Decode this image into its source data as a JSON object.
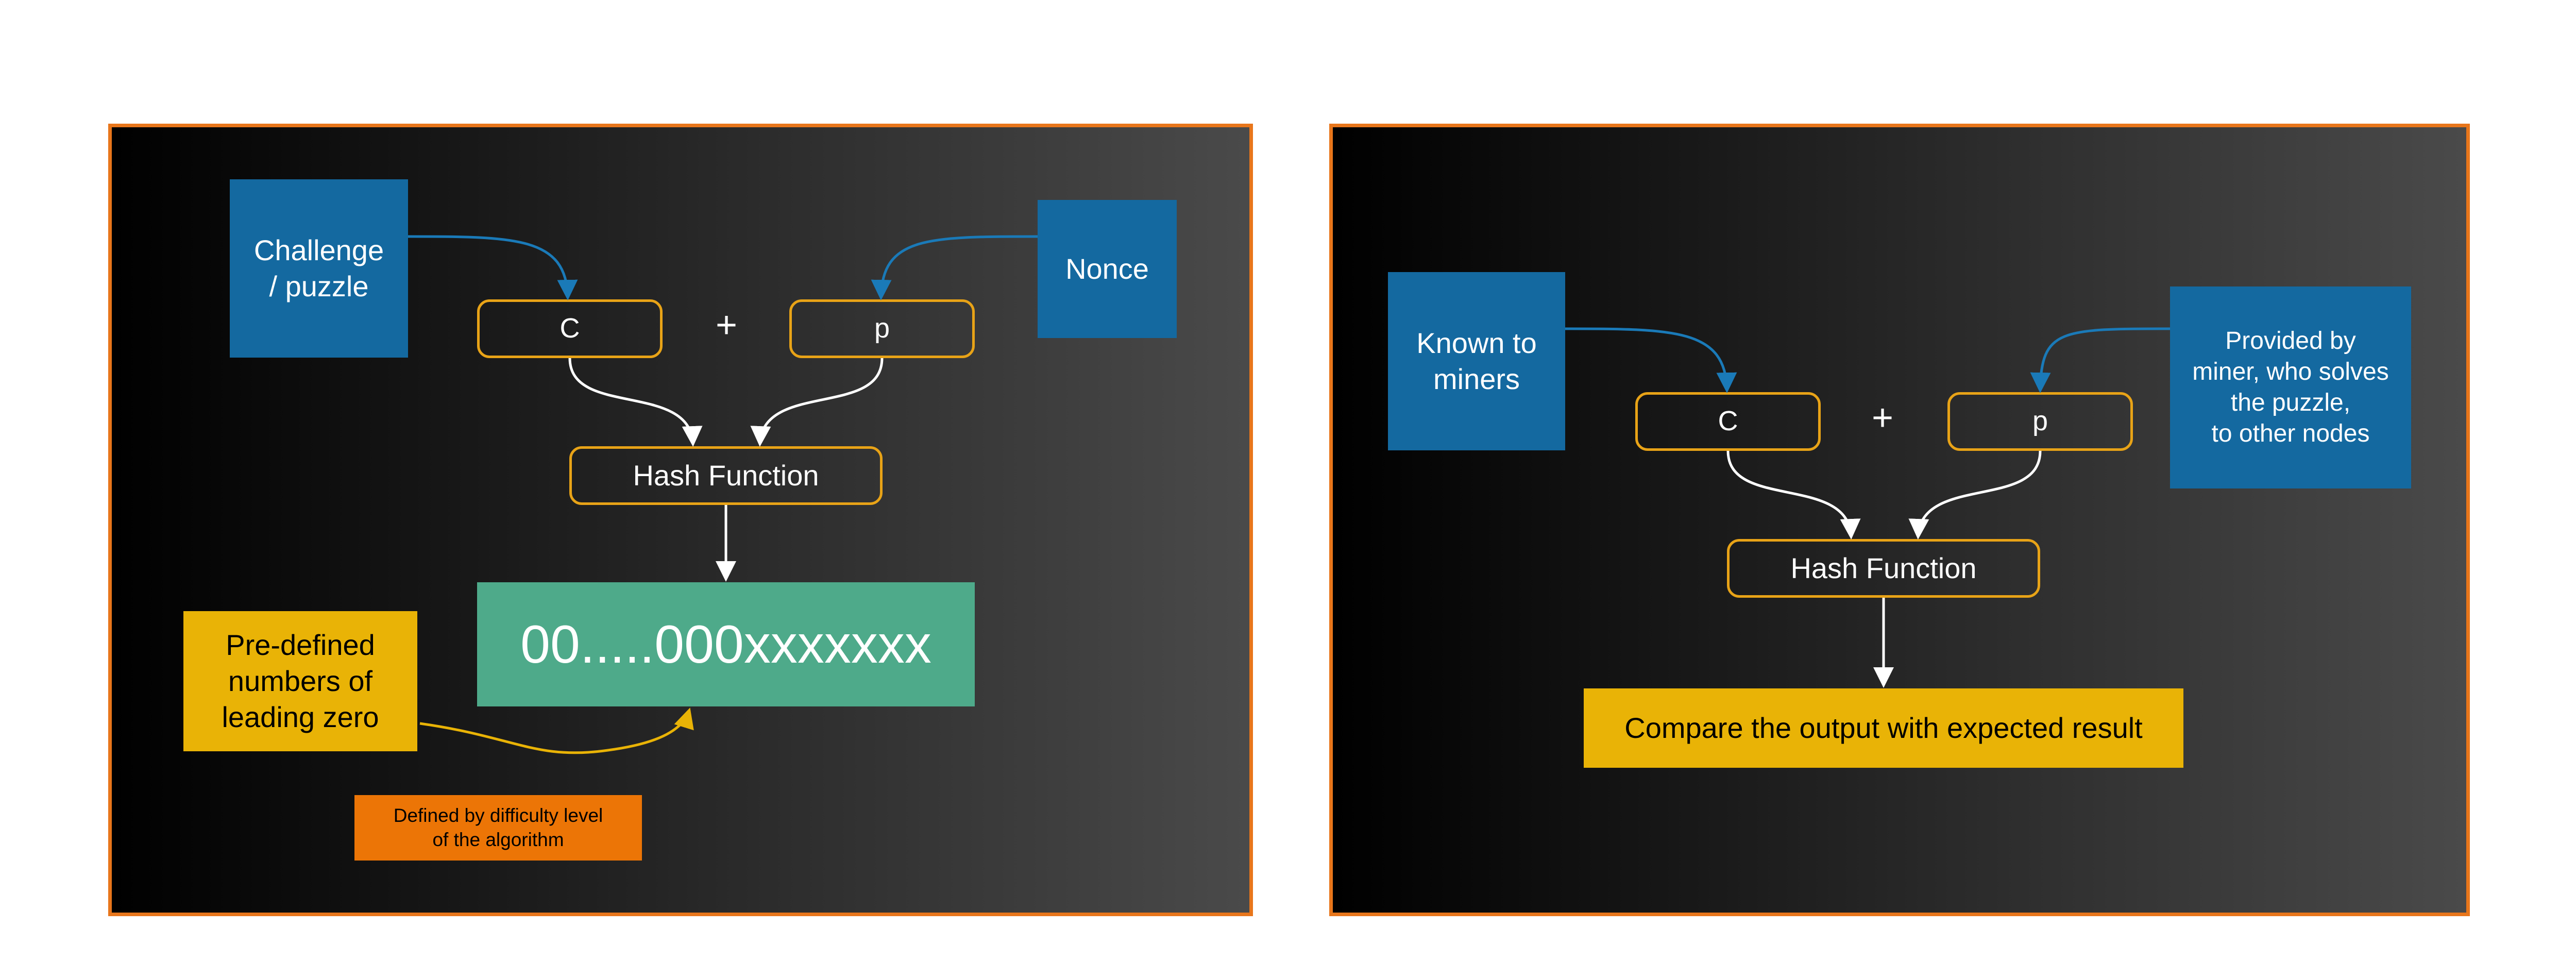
{
  "colors": {
    "panel_border": "#e8761b",
    "blue_box": "#1469a0",
    "node_border": "#e8a317",
    "result_box": "#4eaa8a",
    "yellow_box": "#e9b306",
    "orange_box": "#ec7506",
    "arrow_white": "#ffffff",
    "arrow_blue": "#1a7ab8",
    "arrow_yellow": "#e9b306"
  },
  "left": {
    "challenge_label": "Challenge\n/ puzzle",
    "nonce_label": "Nonce",
    "c_label": "C",
    "plus_label": "+",
    "p_label": "p",
    "hash_label": "Hash Function",
    "result_label": "00.....000xxxxxxx",
    "predefined_label": "Pre-defined\nnumbers of\nleading zero",
    "difficulty_label": "Defined by difficulty level\nof the algorithm"
  },
  "right": {
    "known_label": "Known to\nminers",
    "provided_label": "Provided by\nminer, who solves\nthe puzzle,\nto other nodes",
    "c_label": "C",
    "plus_label": "+",
    "p_label": "p",
    "hash_label": "Hash Function",
    "compare_label": "Compare the output with expected result"
  }
}
